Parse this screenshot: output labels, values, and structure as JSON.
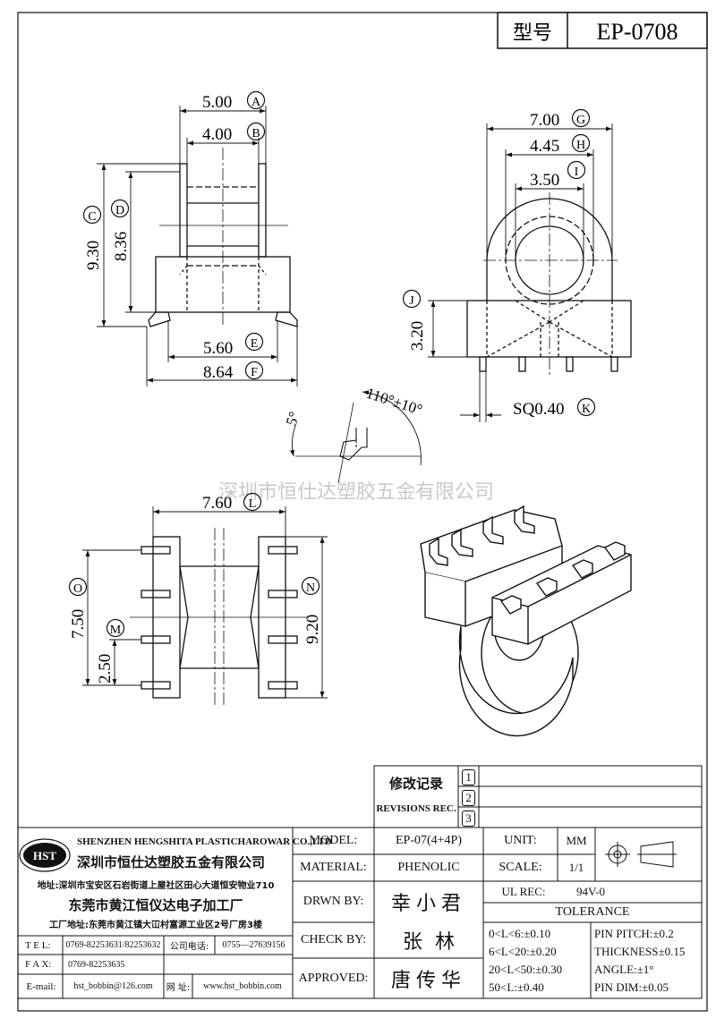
{
  "title_block": {
    "model_label": "型号",
    "model_value": "EP-0708"
  },
  "dims": {
    "A": {
      "value": "5.00",
      "letter": "A"
    },
    "B": {
      "value": "4.00",
      "letter": "B"
    },
    "C": {
      "value": "9.30",
      "letter": "C"
    },
    "D": {
      "value": "8.36",
      "letter": "D"
    },
    "E": {
      "value": "5.60",
      "letter": "E"
    },
    "F": {
      "value": "8.64",
      "letter": "F"
    },
    "G": {
      "value": "7.00",
      "letter": "G"
    },
    "H": {
      "value": "4.45",
      "letter": "H"
    },
    "I": {
      "value": "3.50",
      "letter": "I"
    },
    "J": {
      "value": "3.20",
      "letter": "J"
    },
    "K": {
      "value": "SQ0.40",
      "letter": "K"
    },
    "L": {
      "value": "7.60",
      "letter": "L"
    },
    "M": {
      "value": "2.50",
      "letter": "M"
    },
    "N": {
      "value": "9.20",
      "letter": "N"
    },
    "O": {
      "value": "7.50",
      "letter": "O"
    },
    "angle1": "110°±10°",
    "angle2": "5°"
  },
  "watermark": "深圳市恒仕达塑胶五金有限公司",
  "revisions": {
    "label_cn": "修改记录",
    "label_en": "REVISIONS REC.",
    "nums": [
      "1",
      "2",
      "3"
    ]
  },
  "company": {
    "logo": "HST",
    "name_en": "SHENZHEN HENGSHITA PLASTICHAROWAR CO.,LTD",
    "name_cn": "深圳市恒仕达塑胶五金有限公司",
    "address": "地址:深圳市宝安区石岩街道上屋社区田心大道恒安物业710",
    "factory": "东莞市黄江恒仪达电子加工厂",
    "factory_address": "工厂地址:东莞市黄江镇大冚村富源工业区2号厂房3楼",
    "tel_label": "T E L:",
    "tel": "0769-82253631/82253632",
    "company_tel_label": "公司电话:",
    "company_tel": "0755—27639156",
    "fax_label": "F A X:",
    "fax": "0769-82253635",
    "email_label": "E-mail:",
    "email": "hst_bobbin@126.com",
    "web_label": "网  址:",
    "web": "www.hst_bobbin.com"
  },
  "spec": {
    "model_label": "MODEL:",
    "model": "EP-07(4+4P)",
    "unit_label": "UNIT:",
    "unit": "MM",
    "material_label": "MATERIAL:",
    "material": "PHENOLIC",
    "scale_label": "SCALE:",
    "scale": "1/1",
    "drawn_label": "DRWN BY:",
    "drawn": "幸小君",
    "ul_label": "UL REC:",
    "ul": "94V-0",
    "tolerance_label": "TOLERANCE",
    "check_label": "CHECK BY:",
    "check": "张  林",
    "approved_label": "APPROVED:",
    "approved": "唐传华",
    "tol1": "0<L<6:±0.10",
    "tol2": "6<L<20:±0.20",
    "tol3": "20<L<50:±0.30",
    "tol4": "50<L:±0.40",
    "tol5": "PIN PITCH:±0.2",
    "tol6": "THICKNESS±0.15",
    "tol7": "ANGLE:±1°",
    "tol8": "PIN DIM:±0.05"
  }
}
